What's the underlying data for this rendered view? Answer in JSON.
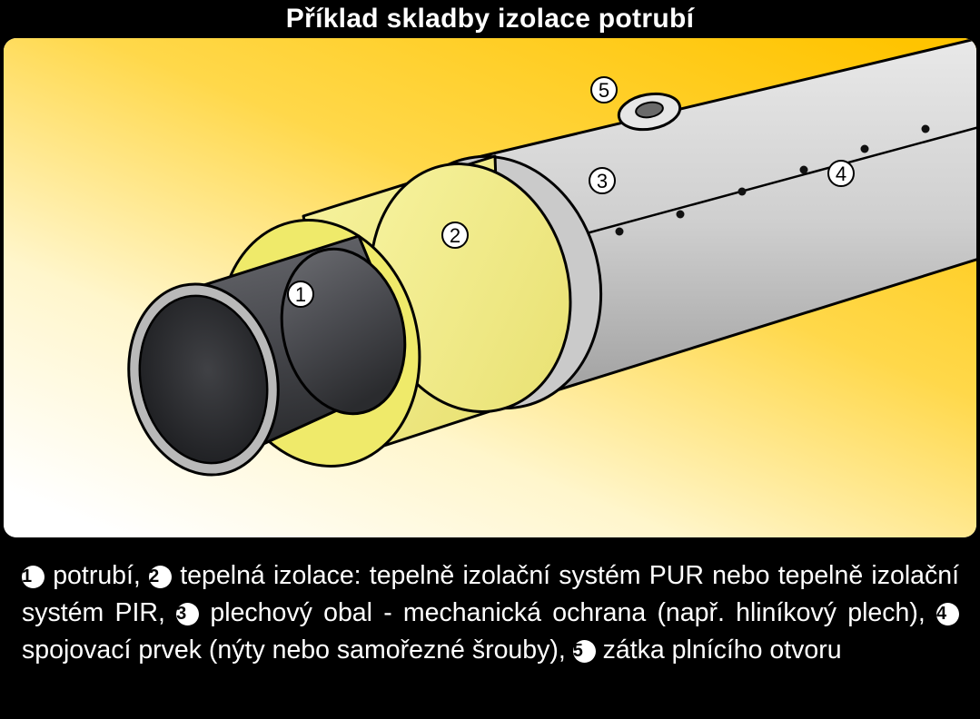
{
  "title": "Příklad skladby izolace potrubí",
  "colors": {
    "background": "#000000",
    "gradient_yellow": "#FFC800",
    "pipe_steel": "#4E4F53",
    "insulation_yellow": "#F4F08A",
    "cladding_grey": "#CDCDCD"
  },
  "labels": {
    "l1": "1",
    "l2": "2",
    "l3": "3",
    "l4": "4",
    "l5": "5"
  },
  "legend": {
    "n1": "1",
    "t1": "potrubí,",
    "n2": "2",
    "t2": "tepelná izolace: tepelně izolační systém PUR nebo tepelně izolační systém PIR,",
    "n3": "3",
    "t3": "plechový obal - mechanická ochrana (např. hliníkový plech),",
    "n4": "4",
    "t4": "spojovací prvek (nýty nebo samořezné šrouby),",
    "n5": "5",
    "t5": "zátka plnícího otvoru"
  }
}
